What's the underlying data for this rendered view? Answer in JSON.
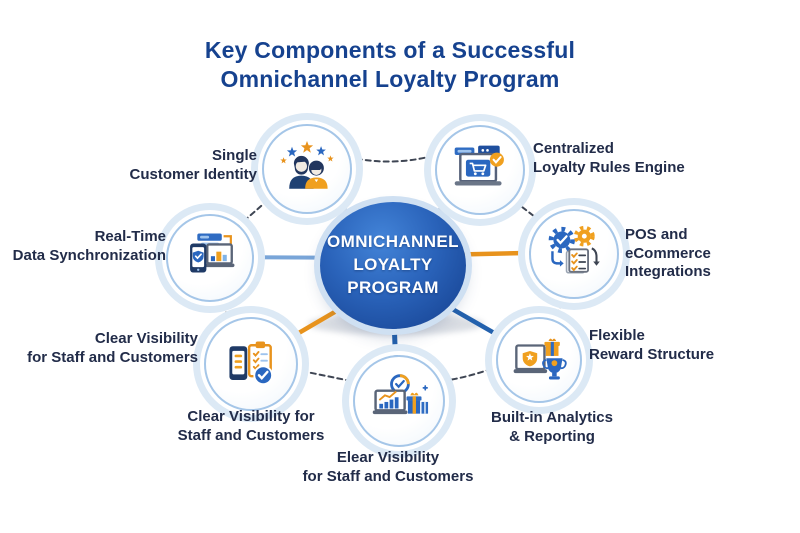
{
  "title": {
    "line1": "Key Components of a Successful",
    "line2": "Omnichannel Loyalty Program"
  },
  "center": {
    "lines": [
      "OMNICHANNEL",
      "LOYALTY",
      "PROGRAM"
    ]
  },
  "labels": [
    {
      "id": "single-customer-identity",
      "lines": [
        "Single",
        "Customer Identity"
      ]
    },
    {
      "id": "centralized-loyalty-rules-engine",
      "lines": [
        "Centralized",
        "Loyalty Rules Engine"
      ]
    },
    {
      "id": "real-time-data-synchronization",
      "lines": [
        "Real-Time",
        "Data Synchronization"
      ]
    },
    {
      "id": "pos-and-ecommerce-integrations",
      "lines": [
        "POS and",
        "eCommerce",
        "Integrations"
      ]
    },
    {
      "id": "clear-visibility-side",
      "lines": [
        "Clear Visibility",
        "for Staff and Customers"
      ]
    },
    {
      "id": "clear-visibility-below",
      "lines": [
        "Clear Visibility for",
        "Staff and Customers"
      ]
    },
    {
      "id": "elear-visibility-below",
      "lines": [
        "Elear Visibility",
        "for Staff and Customers"
      ]
    },
    {
      "id": "flexible-reward-structure",
      "lines": [
        "Flexible",
        "Reward Structure"
      ]
    },
    {
      "id": "built-in-analytics-reporting",
      "lines": [
        "Built-in Analytics",
        "& Reporting"
      ]
    }
  ],
  "nodes": [
    {
      "id": "single-customer-identity",
      "icon": "people-stars-icon"
    },
    {
      "id": "loyalty-rules-engine",
      "icon": "laptop-cart-icon"
    },
    {
      "id": "real-time-data-sync",
      "icon": "devices-sync-icon"
    },
    {
      "id": "pos-ecommerce-integration",
      "icon": "gears-checklist-icon"
    },
    {
      "id": "clear-visibility",
      "icon": "phone-clipboard-icon"
    },
    {
      "id": "analytics-gifts",
      "icon": "chart-gifts-icon"
    },
    {
      "id": "reward-structure",
      "icon": "laptop-shield-trophy-icon"
    }
  ],
  "colors": {
    "title_blue": "#16428f",
    "text_navy": "#222c49",
    "accent_blue": "#2361ad",
    "accent_orange": "#e8931d",
    "node_border": "#a5c6e8",
    "dash_gray": "#3e4553",
    "center_fill": "#1d4ea0"
  }
}
